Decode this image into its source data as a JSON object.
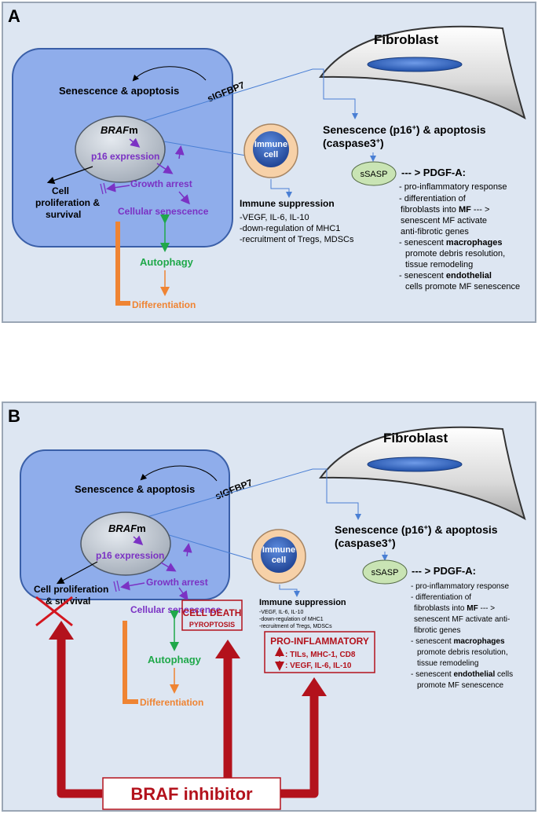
{
  "colors": {
    "panel_bg": "#dde6f2",
    "cell_fill": "#8fadeb",
    "purple": "#7b32c4",
    "green": "#1fa84a",
    "orange": "#ef8433",
    "dark_red": "#b3121c",
    "blue_line": "#4a7fd4",
    "sasp_green": "#c9e4b4",
    "immune_ring": "#f7d1a8",
    "immune_core": "#2f5fbe"
  },
  "panelA": {
    "label": "A",
    "fibroblast": "Fibroblast",
    "senescence_apoptosis": "Senescence & apoptosis",
    "sigfbp7": "sIGFBP7",
    "braf_italic": "BRAF",
    "braf_m": "m",
    "p16": "p16 expression",
    "growth_arrest": "Growth arrest",
    "cell_prolif_1": "Cell",
    "cell_prolif_2": "proliferation &",
    "cell_prolif_3": "survival",
    "cellular_senescence": "Cellular senescence",
    "autophagy": "Autophagy",
    "differentiation": "Differentiation",
    "immune_cell_1": "Immune",
    "immune_cell_2": "cell",
    "immune_suppression": "Immune suppression",
    "imm_l1": "-VEGF, IL-6, IL-10",
    "imm_l2": "-down-regulation of MHC1",
    "imm_l3": "-recruitment of Tregs, MDSCs",
    "sen_p16_1": "Senescence (p16",
    "sen_p16_sup": "+",
    "sen_p16_2": ") & apoptosis",
    "caspase_1": "(caspase3",
    "caspase_sup": "+",
    "caspase_2": ")",
    "ssasp": "sSASP",
    "pdgf": "--- > PDGF-A:",
    "list_1": "- pro-inflammatory response",
    "list_2a": "- differentiation of",
    "list_2b_pre": "fibroblasts into ",
    "list_2b_bold": "MF",
    "list_2b_post": " --- >",
    "list_2c": "senescent MF activate",
    "list_2d": "anti-fibrotic genes",
    "list_3a_pre": "- senescent ",
    "list_3a_bold": "macrophages",
    "list_3b": "promote debris resolution,",
    "list_3c": "tissue remodeling",
    "list_4a": "- senescent",
    "list_4b_bold": "endothelial",
    "list_4b_post": " cells promote MF senescence"
  },
  "panelB": {
    "label": "B",
    "fibroblast": "Fibroblast",
    "senescence_apoptosis": "Senescence & apoptosis",
    "sigfbp7": "sIGFBP7",
    "braf_italic": "BRAF",
    "braf_m": "m",
    "p16": "p16 expression",
    "growth_arrest": "Growth arrest",
    "cell_prolif_1": "Cell proliferation",
    "cell_prolif_2": "& survival",
    "cellular_senescence": "Cellular senescence",
    "cell_death": "CELL DEATH",
    "pyroptosis": "PYROPTOSIS",
    "autophagy": "Autophagy",
    "differentiation": "Differentiation",
    "immune_cell_1": "Immune",
    "immune_cell_2": "cell",
    "immune_suppression": "Immune suppression",
    "imm_l1": "-VEGF, IL-6, IL-10",
    "imm_l2": "-down-regulation of MHC1",
    "imm_l3": "-recruitment of Tregs, MDSCs",
    "pro_inflammatory": "PRO-INFLAMMATORY",
    "pro_up": ": TILs, MHC-1, CD8",
    "pro_down": ": VEGF, IL-6, IL-10",
    "braf_inhibitor": "BRAF inhibitor",
    "sen_p16_1": "Senescence (p16",
    "sen_p16_sup": "+",
    "sen_p16_2": ") & apoptosis",
    "caspase_1": "(caspase3",
    "caspase_sup": "+",
    "caspase_2": ")",
    "ssasp": "sSASP",
    "pdgf": "--- > PDGF-A:",
    "list_1": "- pro-inflammatory response",
    "list_2a": "- differentiation of",
    "list_2b_pre": "fibroblasts into ",
    "list_2b_bold": "MF",
    "list_2b_post": " --- >",
    "list_2c": "senescent MF activate anti-",
    "list_2d": "fibrotic genes",
    "list_3a_pre": "- senescent ",
    "list_3a_bold": "macrophages",
    "list_3b": "promote debris resolution,",
    "list_3c": "tissue remodeling",
    "list_4a_pre": "- senescent ",
    "list_4a_bold": "endothelial",
    "list_4a_post": " cells",
    "list_4b": "promote MF senescence"
  }
}
